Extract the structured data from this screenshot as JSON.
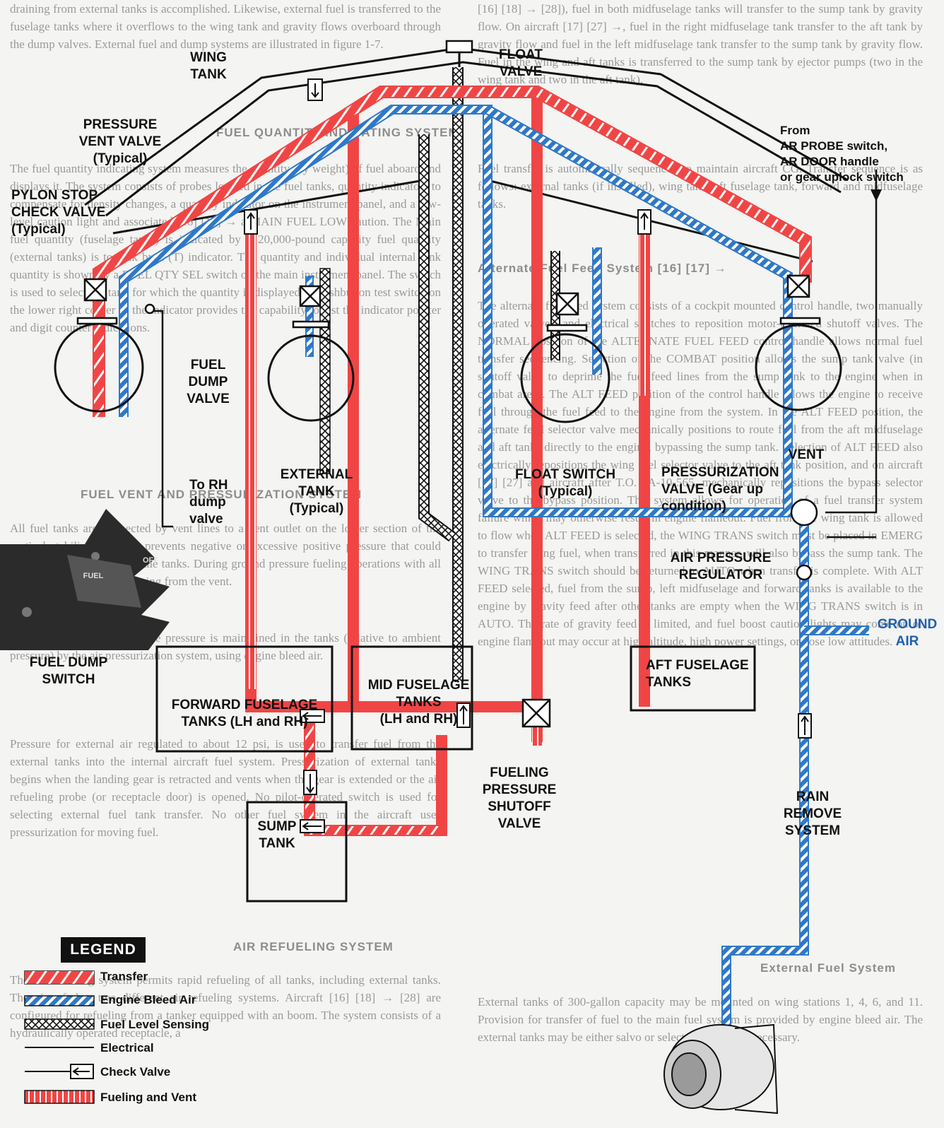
{
  "background_text": {
    "col1_top": "[16] [18] → [28]), fuel in both midfuselage tanks will transfer to the sump tank by gravity flow. On aircraft [17] [27] →, fuel in the right midfuselage tank transfer to the aft tank by gravity flow and fuel in the left midfuselage tank transfer to the sump tank by gravity flow. Fuel in the wing and aft tanks is transferred to the sump tank by ejector pumps (two in the wing tank and two in the aft tank).",
    "col1_mid": "Fuel transfer is automatically sequenced to maintain aircraft CG. Transfer sequence is as follows: external tanks (if installed), wing tank, aft fuselage tank, forward and midfuselage tanks.",
    "alt_heading": "Alternate Fuel Feed System [16] [17] →",
    "col1_alt": "The alternate fuel feed system consists of a cockpit mounted control handle, two manually operated valves, and electrical switches to reposition motor-operated shutoff valves. The NORMAL position of the ALTERNATE FUEL FEED control handle allows normal fuel transfer sequencing. Selection of the COMBAT position allows the sump tank valve (in shutoff valve to deprime the fuel feed lines from the sump tank to the engine when in combat areas. The ALT FEED position of the control handle allows the engine to receive fuel through the fuel feed to the engine from the system. In the ALT FEED position, the alternate feed selector valve mechanically positions to route fuel from the aft midfuselage and aft tanks directly to the engine, bypassing the sump tank. Selection of ALT FEED also electrically repositions the wing fuel selector valve to the aft tank position, and on aircraft [17] [27] and aircraft after T.O. 1A-10-565, mechanically repositions the bypass selector valve to the bypass position. This system allows for operation of a fuel transfer system failure which may otherwise result in engine flameout. Fuel from the wing tank is allowed to flow when ALT FEED is selected, the WING TRANS switch must be placed in EMERG to transfer wing fuel, when transferred in this manner, will also bypass the sump tank. The WING TRANS switch should be returned to AUTO when transfer is complete. With ALT FEED selected, fuel from the sump, left midfuselage and forward tanks is available to the engine by gravity feed after other tanks are empty when the WING TRANS switch is in AUTO. The rate of gravity feed is limited, and fuel boost caution lights may come on or engine flameout may occur at high altitude, high power settings, or nose low attitudes.",
    "ext_heading": "External Fuel System",
    "col1_ext": "External tanks of 300-gallon capacity may be mounted on wing stations 1, 4, 6, and 11. Provision for transfer of fuel to the main fuel system is provided by engine bleed air. The external tanks may be either salvo or select jettisoned, if necessary.",
    "col2_top": "draining from external tanks is accomplished. Likewise, external fuel is transferred to the fuselage tanks where it overflows to the wing tank and gravity flows overboard through the dump valves. External fuel and dump systems are illustrated in figure 1-7.",
    "qty_heading": "FUEL QUANTITY INDICATING SYSTEM",
    "col2_qty": "The fuel quantity indicating system measures the quantity (by weight) of fuel aboard and displays it. The system consists of probes located in the fuel tanks, quantity indicators to compensate for density changes, a quantity indicator on the instrument panel, and a low-level caution light and associated [16] [17] → a MAIN FUEL LOW caution. The Main fuel quantity (fuselage tanks) is indicated by a 20,000-pound capacity fuel quantity (external tanks) is to tank by a (T) indicator. The quantity and individual internal tank quantity is shown by a FUEL QTY SEL switch on the main instrument panel. The switch is used to select the tank for which the quantity is displayed. A pushbutton test switch on the lower right corner of the indicator provides the capability to test the indicator pointer and digit counter indications.",
    "vent_heading": "FUEL VENT AND PRESSURIZATION SYSTEM",
    "col2_vent": "All fuel tanks are connected by vent lines to a vent outlet on the lower section of the vertical stabilizer. Venting prevents negative or excessive positive pressure that could cause structural damage to the tanks. During ground pressure fueling operations with all the tanks, air should be flowing from the vent.",
    "col2_float": "During flight, a small positive pressure is maintained in the tanks (relative to ambient pressure) by the air pressurization system, using engine bleed air.",
    "col2_bleed": "Pressure for external air regulated to about 12 psi, is used to transfer fuel from the external tanks into the internal aircraft fuel system. Pressurization of external tanks begins when the landing gear is retracted and vents when the gear is extended or the air refueling probe (or receptacle door) is opened. No pilot-operated switch is used for selecting external fuel tank transfer. No other fuel system in the aircraft uses pressurization for moving fuel.",
    "air_heading": "AIR REFUELING SYSTEM",
    "col2_air": "The air refueling system permits rapid refueling of all tanks, including external tanks. The aircraft has two different air refueling systems. Aircraft [16] [18] → [28] are configured for refueling from a tanker equipped with an boom. The system consists of a hydraulically operated receptacle, a"
  },
  "diagram": {
    "labels": {
      "wing_tank": "WING\nTANK",
      "float_valve": "FLOAT\nVALVE",
      "pressure_vent_valve": "PRESSURE\nVENT VALVE\n(Typical)",
      "pylon_stop_check_valve": "PYLON STOP\nCHECK VALVE\n(Typical)",
      "fuel_dump_valve": "FUEL\nDUMP\nVALVE",
      "to_rh_dump": "To RH\ndump\nvalve",
      "external_tank": "EXTERNAL\nTANK\n(Typical)",
      "float_switch": "FLOAT SWITCH\n(Typical)",
      "pressurization_valve": "PRESSURIZATION\nVALVE (Gear up\ncondition)",
      "vent": "VENT",
      "air_pressure_regulator": "AIR PRESSURE\nREGULATOR",
      "from_switch": "From\nAR PROBE switch,\nAR DOOR handle\nor gear uplock switch",
      "fuel_dump_switch": "FUEL DUMP\nSWITCH",
      "switch_fuel": "FUEL",
      "switch_off": "OFF",
      "forward_fuselage": "FORWARD FUSELAGE\nTANKS (LH and RH)",
      "mid_fuselage": "MID FUSELAGE\nTANKS\n(LH and RH)",
      "aft_fuselage": "AFT FUSELAGE\nTANKS",
      "fueling_pressure": "FUELING\nPRESSURE\nSHUTOFF\nVALVE",
      "sump_tank": "SUMP\nTANK",
      "ground_air": "GROUND\nAIR",
      "rain_remove": "RAIN\nREMOVE\nSYSTEM"
    }
  },
  "legend": {
    "title": "LEGEND",
    "items": [
      {
        "label": "Transfer",
        "style": "transfer"
      },
      {
        "label": "Engine Bleed Air",
        "style": "bleed"
      },
      {
        "label": "Fuel Level Sensing",
        "style": "sensing"
      },
      {
        "label": "Electrical",
        "style": "electrical"
      },
      {
        "label": "Check Valve",
        "style": "check"
      },
      {
        "label": "Fueling and Vent",
        "style": "fueling"
      }
    ]
  },
  "colors": {
    "transfer": "#f04545",
    "bleed": "#2f78c8",
    "outline": "#111111"
  }
}
